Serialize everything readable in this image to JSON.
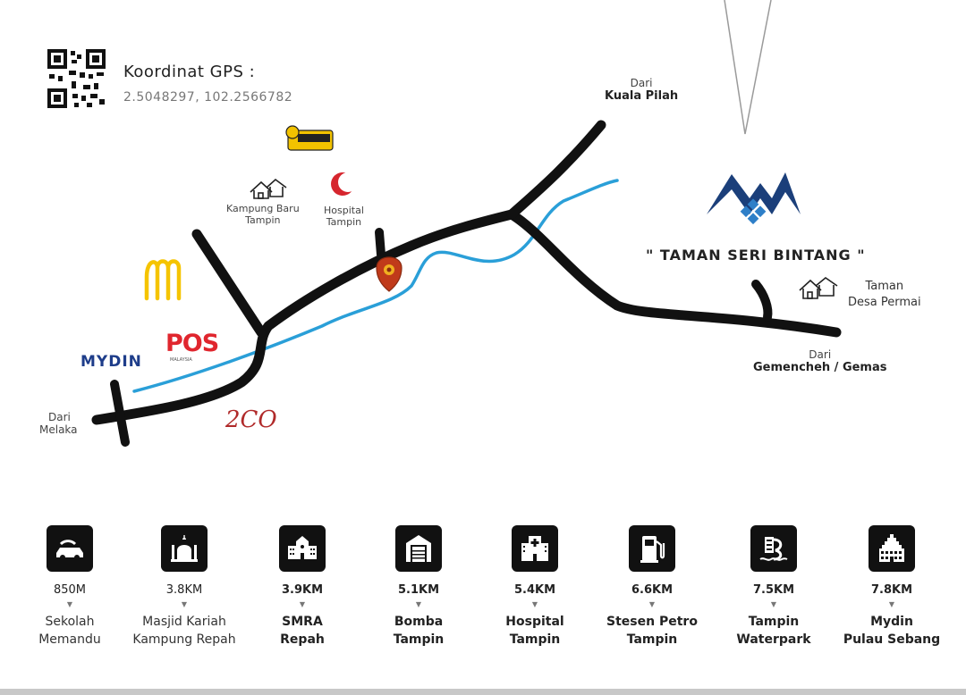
{
  "gps": {
    "title": "Koordinat GPS :",
    "coords": "2.5048297, 102.2566782"
  },
  "directions": {
    "kuala_pilah": {
      "from": "Dari",
      "place": "Kuala Pilah"
    },
    "melaka": {
      "from": "Dari",
      "place": "Melaka"
    },
    "gemencheh": {
      "from": "Dari",
      "place": "Gemencheh / Gemas"
    }
  },
  "places": {
    "kampung_baru": {
      "line1": "Kampung Baru",
      "line2": "Tampin"
    },
    "hospital": {
      "line1": "Hospital",
      "line2": "Tampin"
    },
    "taman_desa": {
      "line1": "Taman",
      "line2": "Desa Permai"
    }
  },
  "development": {
    "name": "\" TAMAN SERI BINTANG \""
  },
  "brands": {
    "mydin": "MYDIN",
    "pos": "POS",
    "pos_sub": "MALAYSIA",
    "two_hundred": "2CO"
  },
  "colors": {
    "road": "#111111",
    "river": "#2a9fd8",
    "hospital_red": "#d6262e",
    "mcd_yellow": "#f5c400",
    "mydin_blue": "#1e3d8a",
    "logo_blue": "#1b3f7a"
  },
  "landmarks": [
    {
      "icon": "car-icon",
      "distance": "850M",
      "name1": "Sekolah",
      "name2": "Memandu",
      "bold": false
    },
    {
      "icon": "mosque-icon",
      "distance": "3.8KM",
      "name1": "Masjid Kariah",
      "name2": "Kampung Repah",
      "bold": false
    },
    {
      "icon": "school-icon",
      "distance": "3.9KM",
      "name1": "SMRA",
      "name2": "Repah",
      "bold": true
    },
    {
      "icon": "fire-station-icon",
      "distance": "5.1KM",
      "name1": "Bomba",
      "name2": "Tampin",
      "bold": true
    },
    {
      "icon": "hospital-icon",
      "distance": "5.4KM",
      "name1": "Hospital",
      "name2": "Tampin",
      "bold": true
    },
    {
      "icon": "fuel-pump-icon",
      "distance": "6.6KM",
      "name1": "Stesen Petro",
      "name2": "Tampin",
      "bold": true
    },
    {
      "icon": "waterpark-icon",
      "distance": "7.5KM",
      "name1": "Tampin",
      "name2": "Waterpark",
      "bold": true
    },
    {
      "icon": "mall-icon",
      "distance": "7.8KM",
      "name1": "Mydin",
      "name2": "Pulau Sebang",
      "bold": true
    }
  ]
}
